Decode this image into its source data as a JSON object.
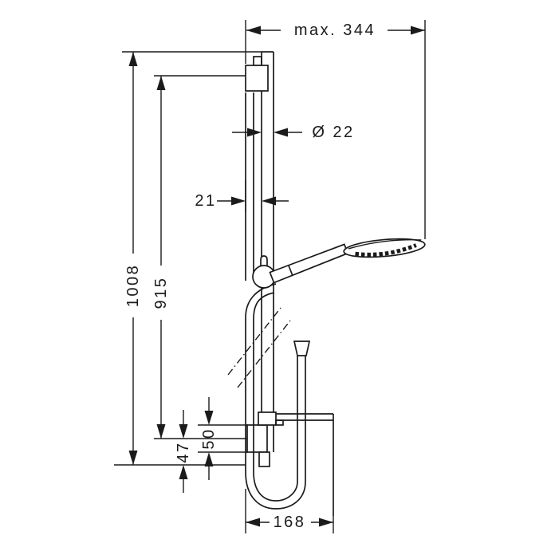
{
  "diagram": {
    "colors": {
      "line": "#1b1b1b",
      "background": "#ffffff"
    },
    "dimensions": {
      "max_reach": "max. 344",
      "bar_diameter": "Ø 22",
      "wall_clearance": "21",
      "overall_height": "1008",
      "bar_length": "915",
      "bracket_height": "50",
      "lower_offset": "47",
      "hose_loop_width": "168"
    }
  }
}
